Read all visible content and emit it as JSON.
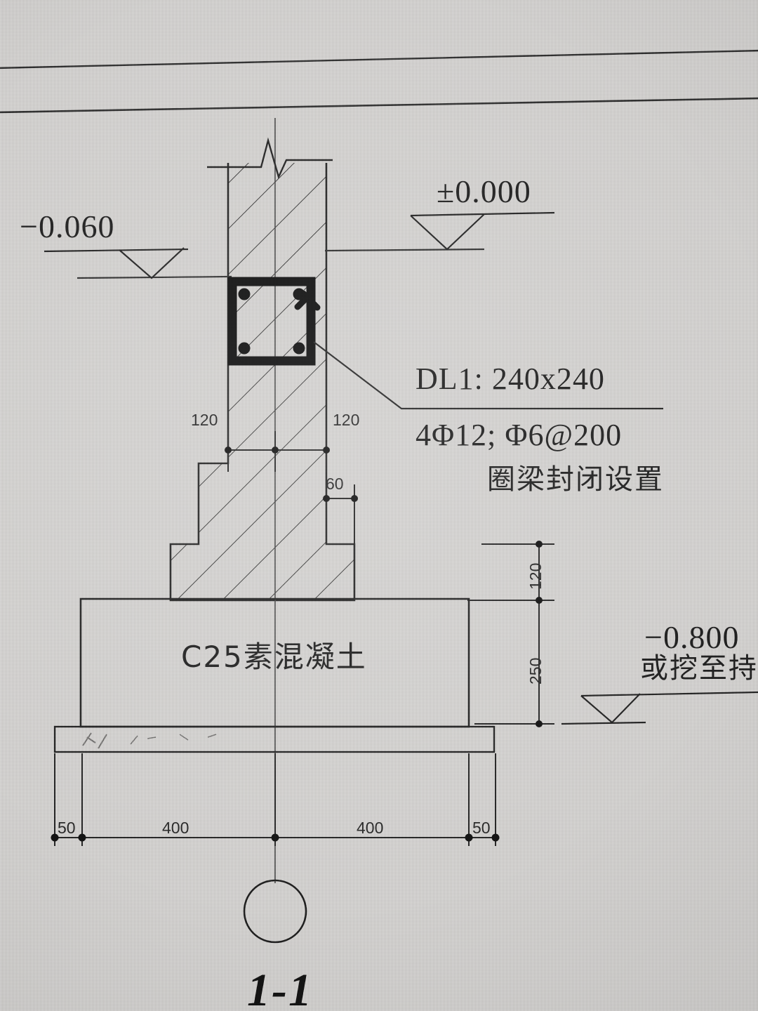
{
  "drawing": {
    "section_label": "1-1",
    "concrete_note": "C25素混凝土",
    "beam_note_line1": "DL1:  240x240",
    "beam_note_line2": "4Φ12; Φ6@200",
    "beam_note_line3": "圈梁封闭设置",
    "levels": {
      "indoor": "±0.000",
      "outdoor": "−0.060",
      "foundation": "−0.800",
      "foundation_note": "或挖至持"
    },
    "dimensions": {
      "wall_left": "120",
      "wall_right": "120",
      "step_offset": "60",
      "footing_step_height": "120",
      "footing_height": "250",
      "cushion_left": "50",
      "footing_half_left": "400",
      "footing_half_right": "400",
      "cushion_right": "50"
    }
  },
  "colors": {
    "ink": "#1b1b1b",
    "paper": "#c9c7c5",
    "rebar": "#111111"
  }
}
